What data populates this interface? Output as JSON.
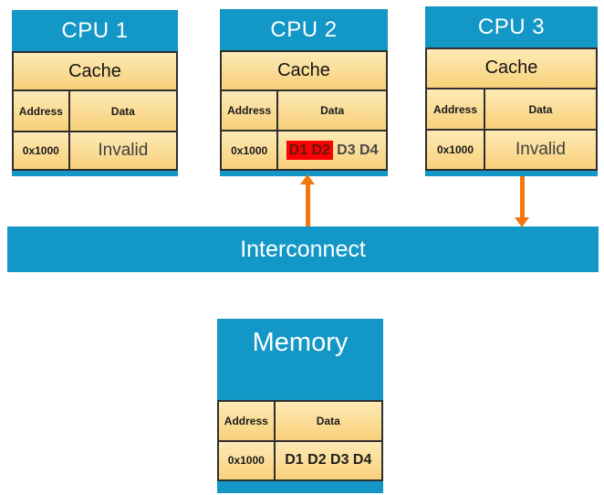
{
  "colors": {
    "blue": "#1397c6",
    "orange": "#f2770e",
    "red": "#fb0006",
    "tan_top": "#fdeab5",
    "tan_bottom": "#f8d07a",
    "border": "#2f2f2f",
    "ink": "#404040"
  },
  "cpus": [
    {
      "title": "CPU 1",
      "cache_label": "Cache",
      "address_header": "Address",
      "data_header": "Data",
      "row_address": "0x1000",
      "row_data": "Invalid"
    },
    {
      "title": "CPU 2",
      "cache_label": "Cache",
      "address_header": "Address",
      "data_header": "Data",
      "row_address": "0x1000",
      "row_data_highlight": "D1 D2",
      "row_data_rest": "D3 D4"
    },
    {
      "title": "CPU 3",
      "cache_label": "Cache",
      "address_header": "Address",
      "data_header": "Data",
      "row_address": "0x1000",
      "row_data": "Invalid"
    }
  ],
  "interconnect": {
    "label": "Interconnect"
  },
  "memory": {
    "title": "Memory",
    "address_header": "Address",
    "data_header": "Data",
    "row_address": "0x1000",
    "row_data": "D1 D2 D3 D4"
  }
}
